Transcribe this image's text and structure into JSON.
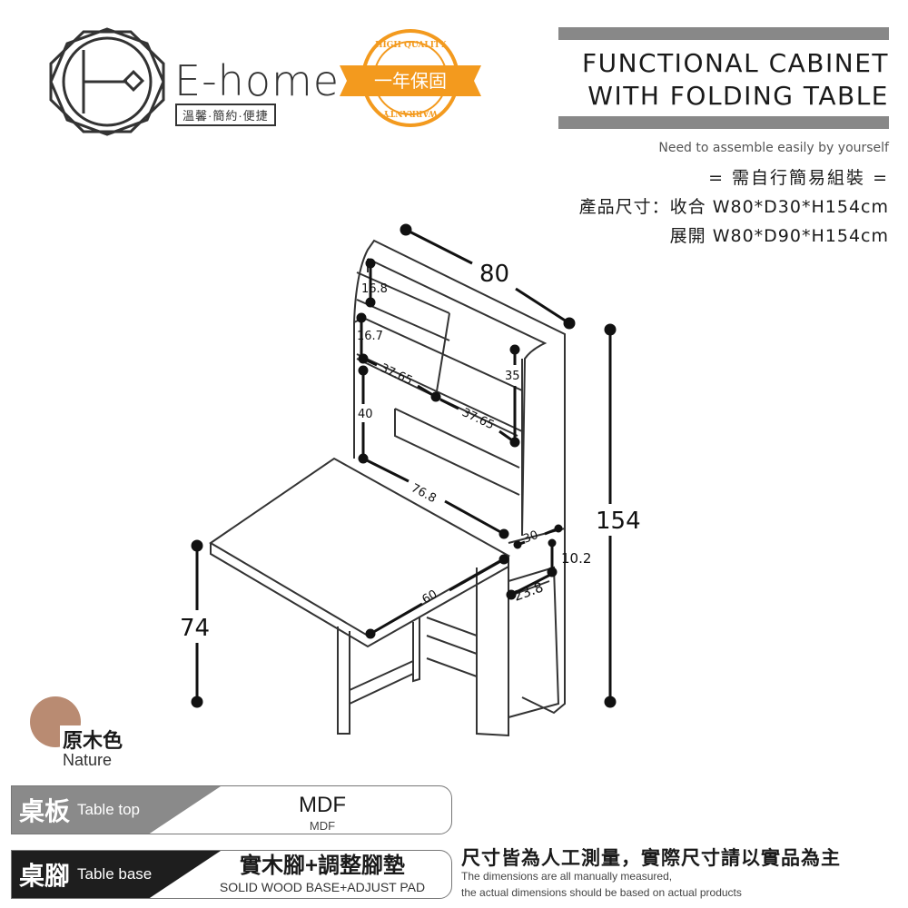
{
  "brand": {
    "name": "E-home",
    "tagline": "溫馨·簡約·便捷"
  },
  "badge": {
    "top_text": "HIGH QUALITY",
    "ribbon": "一年保固",
    "bottom_text": "WARRANTY"
  },
  "title": {
    "line1": "FUNCTIONAL CABINET",
    "line2": "WITH FOLDING TABLE"
  },
  "assembly": {
    "en": "Need to assemble easily by yourself",
    "zh": "= 需自行簡易組裝 ="
  },
  "size": {
    "label": "產品尺寸：",
    "folded": "收合 W80*D30*H154cm",
    "unfolded": "展開 W80*D90*H154cm"
  },
  "dimensions": {
    "width": "80",
    "height": "154",
    "table_height": "74",
    "top_shelf": "16.8",
    "second_shelf": "16.7",
    "shelf_w1": "37.65",
    "shelf_w2": "37.65",
    "shelf_h35": "35",
    "shelf_h40": "40",
    "inner_width": "76.8",
    "table_depth": "60",
    "cabinet_depth": "30",
    "base_h": "10.2",
    "base_w": "23.8"
  },
  "color": {
    "zh": "原木色",
    "en": "Nature",
    "swatch": "#b98b72"
  },
  "materials": [
    {
      "zh": "桌板",
      "en": "Table top",
      "value": "MDF",
      "value_en": "MDF",
      "bg": "#8a8a8a"
    },
    {
      "zh": "桌腳",
      "en": "Table base",
      "value": "實木腳+調整腳墊",
      "value_en": "SOLID WOOD BASE+ADJUST PAD",
      "bg": "#1e1e1e"
    }
  ],
  "note": {
    "zh": "尺寸皆為人工測量，實際尺寸請以實品為主",
    "en1": "The dimensions are all manually measured,",
    "en2": "the actual dimensions should be based on actual products"
  }
}
